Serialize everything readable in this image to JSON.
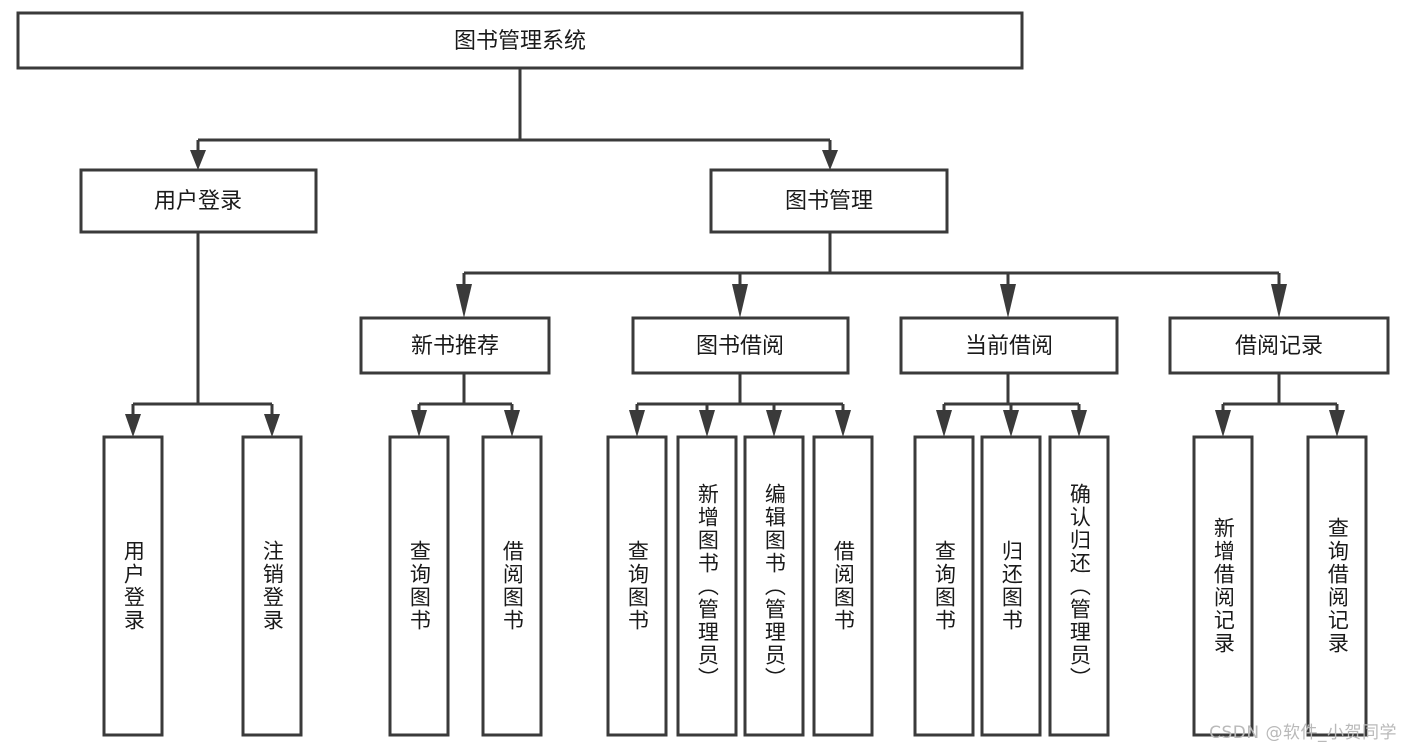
{
  "diagram": {
    "title": "图书管理系统",
    "type": "tree-hierarchy-chart",
    "root": {
      "id": "root",
      "label": "图书管理系统",
      "orientation": "horizontal"
    },
    "level2": [
      {
        "id": "user-login",
        "label": "用户登录",
        "orientation": "horizontal"
      },
      {
        "id": "book-management",
        "label": "图书管理",
        "orientation": "horizontal"
      }
    ],
    "level3": [
      {
        "id": "new-book-recommend",
        "label": "新书推荐",
        "orientation": "horizontal",
        "parent": "book-management"
      },
      {
        "id": "book-borrow",
        "label": "图书借阅",
        "orientation": "horizontal",
        "parent": "book-management"
      },
      {
        "id": "current-borrow",
        "label": "当前借阅",
        "orientation": "horizontal",
        "parent": "book-management"
      },
      {
        "id": "borrow-record",
        "label": "借阅记录",
        "orientation": "horizontal",
        "parent": "book-management"
      }
    ],
    "leaves": [
      {
        "id": "leaf-user-login",
        "label": "用户登录",
        "parent": "user-login",
        "orientation": "vertical"
      },
      {
        "id": "leaf-logout-login",
        "label": "注销登录",
        "parent": "user-login",
        "orientation": "vertical"
      },
      {
        "id": "leaf-query-book-1",
        "label": "查询图书",
        "parent": "new-book-recommend",
        "orientation": "vertical"
      },
      {
        "id": "leaf-borrow-book-1",
        "label": "借阅图书",
        "parent": "new-book-recommend",
        "orientation": "vertical"
      },
      {
        "id": "leaf-query-book-2",
        "label": "查询图书",
        "parent": "book-borrow",
        "orientation": "vertical"
      },
      {
        "id": "leaf-add-book",
        "label": "新增图书（管理员）",
        "parent": "book-borrow",
        "orientation": "vertical"
      },
      {
        "id": "leaf-edit-book",
        "label": "编辑图书（管理员）",
        "parent": "book-borrow",
        "orientation": "vertical"
      },
      {
        "id": "leaf-borrow-book-2",
        "label": "借阅图书",
        "parent": "book-borrow",
        "orientation": "vertical"
      },
      {
        "id": "leaf-query-book-3",
        "label": "查询图书",
        "parent": "current-borrow",
        "orientation": "vertical"
      },
      {
        "id": "leaf-return-book",
        "label": "归还图书",
        "parent": "current-borrow",
        "orientation": "vertical"
      },
      {
        "id": "leaf-confirm-return",
        "label": "确认归还（管理员）",
        "parent": "current-borrow",
        "orientation": "vertical"
      },
      {
        "id": "leaf-add-record",
        "label": "新增借阅记录",
        "parent": "borrow-record",
        "orientation": "vertical"
      },
      {
        "id": "leaf-query-record",
        "label": "查询借阅记录",
        "parent": "borrow-record",
        "orientation": "vertical"
      }
    ]
  },
  "watermark": {
    "text": "CSDN @软件_小贺同学"
  },
  "colors": {
    "stroke": "#3a3a3a",
    "box_fill": "#ffffff",
    "text": "#1a1a1a",
    "background": "#ffffff",
    "watermark": "#b9b9b9"
  }
}
